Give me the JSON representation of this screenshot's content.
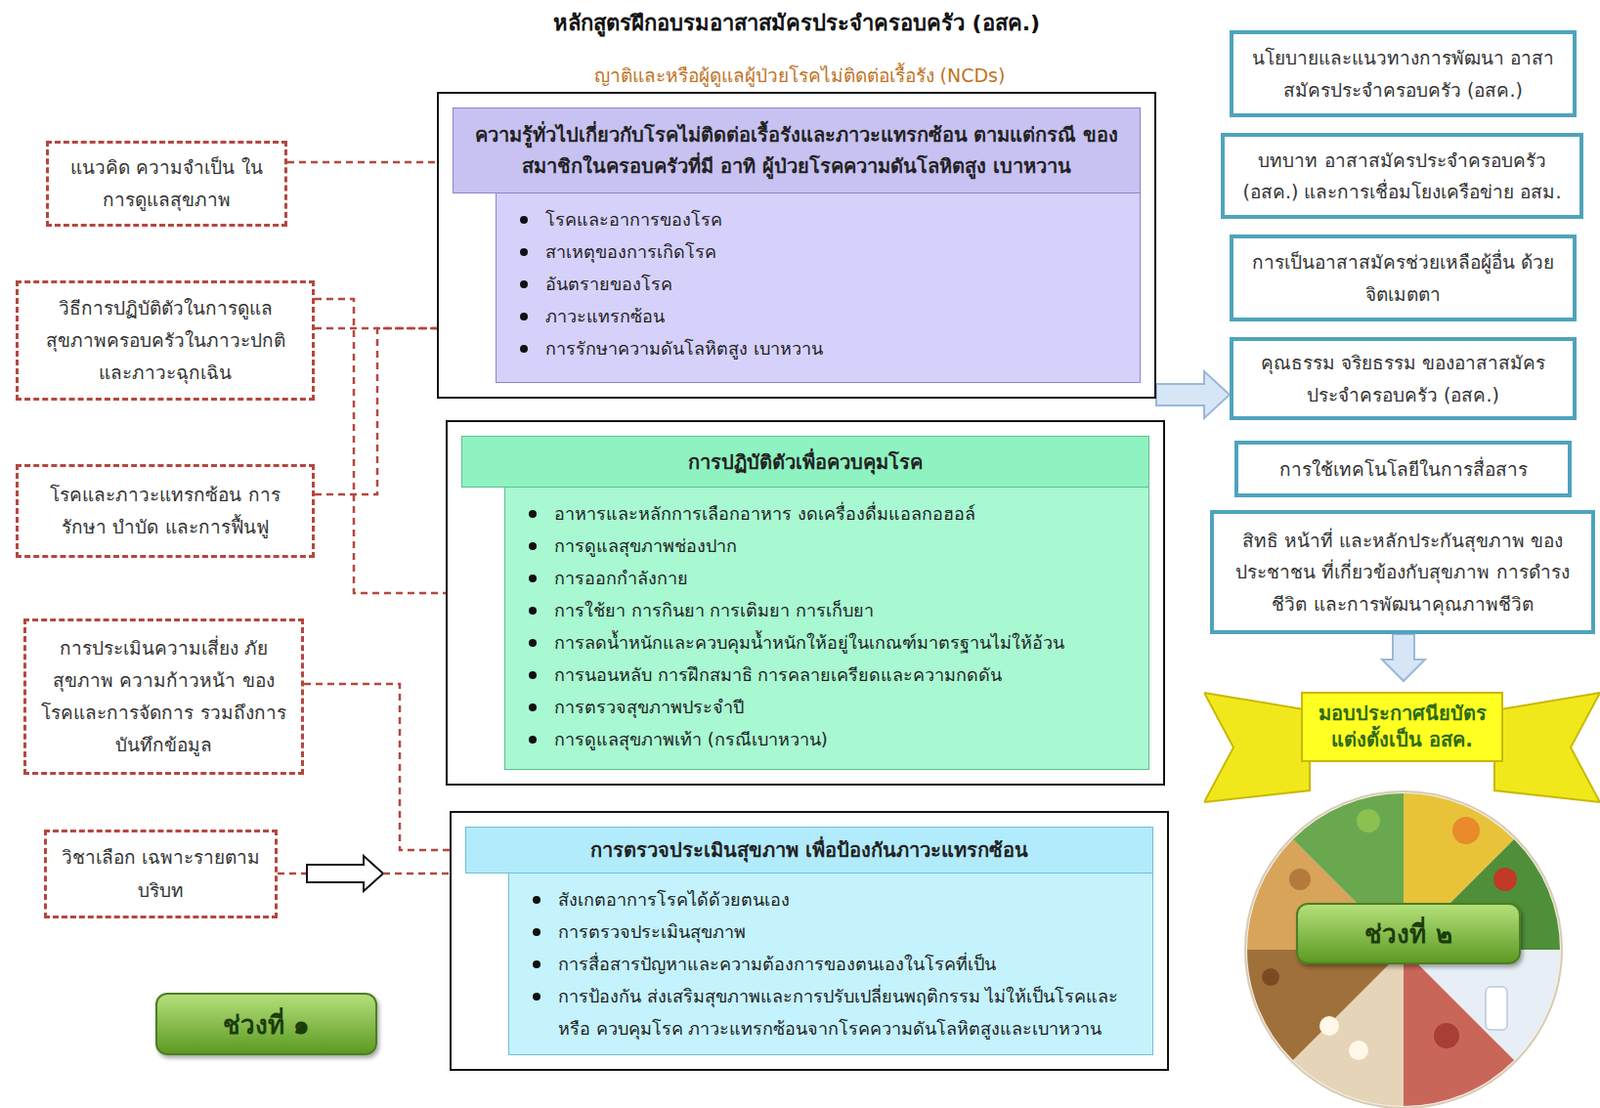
{
  "diagram": {
    "title": "หลักสูตรฝึกอบรมอาสาสมัครประจำครอบครัว (อสค.)",
    "nodes": [
      {
        "text": [
          "แนวคิด ความจำเป็น ในการดูแลสุขภาพ"
        ]
      },
      {
        "text": [
          "วิธีการปฏิบัติตัวในการดูแล สุขภาพครอบครัวในภาวะปกติ และภาวะฉุกเฉิน"
        ]
      },
      {
        "text": [
          "โรคและภาวะแทรกซ้อน การรักษา บำบัด และการฟื้นฟู"
        ]
      },
      {
        "text": [
          "การประเมินความเสี่ยง ภัยสุขภาพ ความก้าวหน้า ของโรคและการจัดการ รวมถึงการบันทึกข้อมูล"
        ]
      },
      {
        "text": [
          "วิชาเลือก เฉพาะรายตามบริบท"
        ]
      },
      {
        "text": [
          "ช่วงที่ ๑"
        ]
      },
      {
        "text": [
          "ความรู้ทั่วไปเกี่ยวกับโรคไม่ติดต่อเรื้อรังและภาวะแทรกซ้อน ตามแต่กรณี ของสมาชิกในครอบครัวที่มี อาทิ ผู้ป่วยโรคความดันโลหิตสูง เบาหวาน",
          "โรคและอาการของโรค",
          "สาเหตุของการเกิดโรค",
          "อันตรายของโรค",
          "ภาวะแทรกซ้อน",
          "การรักษาความดันโลหิตสูง เบาหวาน"
        ]
      },
      {
        "text": [
          "การปฏิบัติตัวเพื่อควบคุมโรค",
          "อาหารและหลักการเลือกอาหาร งดเครื่องดื่มแอลกอฮอล์",
          "การดูแลสุขภาพช่องปาก",
          "การออกกำลังกาย",
          "การใช้ยา การกินยา การเติมยา การเก็บยา",
          "การลดน้ำหนักและควบคุมน้ำหนักให้อยู่ในเกณฑ์มาตรฐานไม่ให้อ้วน",
          "การนอนหลับ การฝึกสมาธิ การคลายเครียดและความกดดัน",
          "การตรวจสุขภาพประจำปี",
          "การดูแลสุขภาพเท้า (กรณีเบาหวาน)"
        ]
      },
      {
        "text": [
          "การตรวจประเมินสุขภาพ เพื่อป้องกันภาวะแทรกซ้อน",
          "สังเกตอาการโรคได้ด้วยตนเอง",
          "การตรวจประเมินสุขภาพ",
          "การสื่อสารปัญหาและความต้องการของตนเองในโรคที่เป็น",
          "การป้องกัน ส่งเสริมสุขภาพและการปรับเปลี่ยนพฤติกรรม ไม่ให้เป็นโรคและหรือ ควบคุมโรค ภาวะแทรกซ้อนจากโรคความดันโลหิตสูงและเบาหวาน"
        ]
      },
      {
        "text": [
          "นโยบายและแนวทางการพัฒนา อาสาสมัครประจำครอบครัว (อสค.)"
        ]
      },
      {
        "text": [
          "บทบาท อาสาสมัครประจำครอบครัว (อสค.) และการเชื่อมโยงเครือข่าย อสม."
        ]
      },
      {
        "text": [
          "การเป็นอาสาสมัครช่วยเหลือผู้อื่น ด้วยจิตเมตตา"
        ]
      },
      {
        "text": [
          "คุณธรรม จริยธรรม ของอาสาสมัคร ประจำครอบครัว (อสค.)"
        ]
      },
      {
        "text": [
          "การใช้เทคโนโลยีในการสื่อสาร"
        ]
      },
      {
        "text": [
          "สิทธิ หน้าที่ และหลักประกันสุขภาพ ของประชาชน ที่เกี่ยวข้องกับสุขภาพ การดำรงชีวิต และการพัฒนาคุณภาพชีวิต"
        ]
      },
      {
        "text": [
          "มอบประกาศนียบัตร แต่งตั้งเป็น อสค."
        ]
      },
      {
        "text": [
          "ช่วงที่ ๒"
        ]
      }
    ],
    "edges": [
      {
        "from": 0,
        "to": 6,
        "arrow": "none"
      },
      {
        "from": 1,
        "to": 6,
        "arrow": "none"
      },
      {
        "from": 1,
        "to": 7,
        "arrow": "none"
      },
      {
        "from": 2,
        "to": 6,
        "arrow": "none"
      },
      {
        "from": 3,
        "to": 8,
        "arrow": "none"
      },
      {
        "from": 4,
        "to": 8,
        "arrow": "to"
      },
      {
        "from": 6,
        "to": 12,
        "arrow": "to"
      },
      {
        "from": 14,
        "to": 15,
        "arrow": "to"
      }
    ],
    "labels": [
      "ญาติและหรือผู้ดูแลผู้ป่วยโรคไม่ติดต่อเรื้อรัง (NCDs)"
    ]
  }
}
